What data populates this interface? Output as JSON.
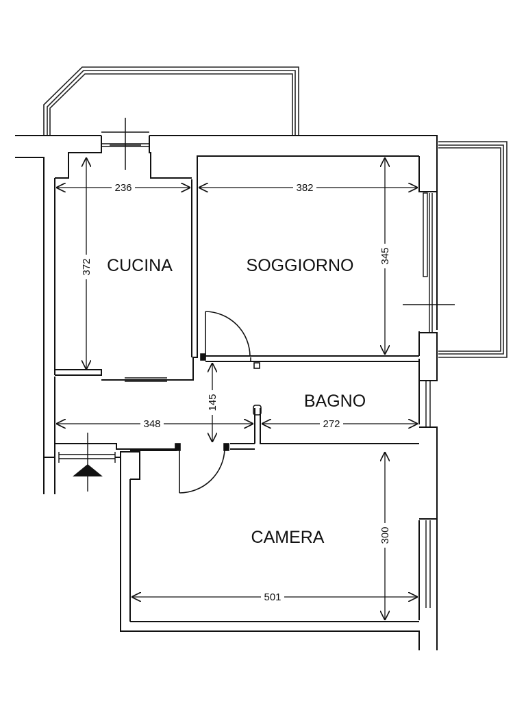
{
  "rooms": {
    "cucina": "CUCINA",
    "soggiorno": "SOGGIORNO",
    "bagno": "BAGNO",
    "camera": "CAMERA"
  },
  "dimensions": {
    "cucina_width": "236",
    "cucina_depth": "372",
    "soggiorno_width": "382",
    "soggiorno_depth": "345",
    "corridor_width": "145",
    "corridor_length": "348",
    "bagno_length": "272",
    "camera_depth": "300",
    "camera_width": "501"
  }
}
